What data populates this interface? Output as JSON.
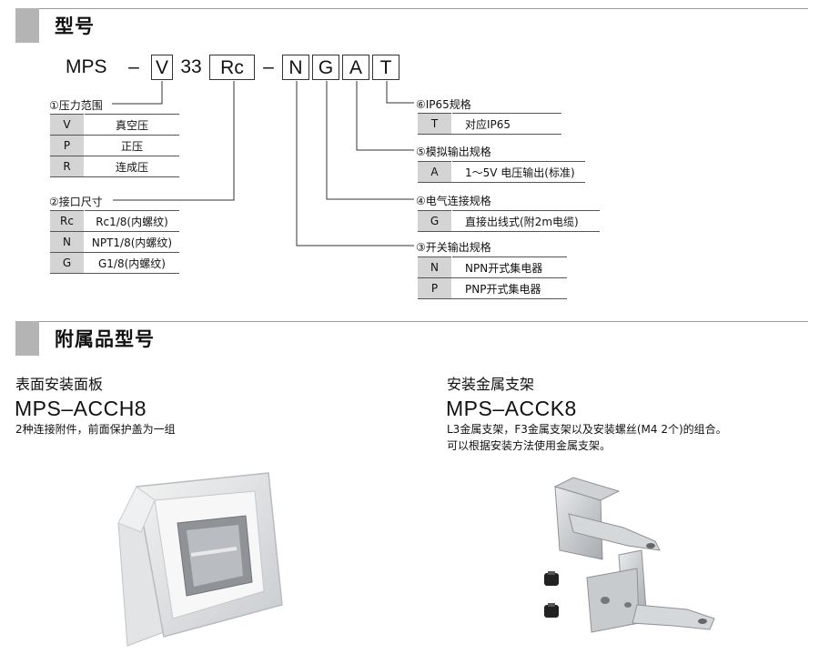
{
  "section1": {
    "title": "型号"
  },
  "model_code": {
    "parts": [
      "MPS",
      "–",
      "V",
      "33",
      "Rc",
      "–",
      "N",
      "G",
      "A",
      "T"
    ]
  },
  "groups": {
    "pressure": {
      "label": "①压力范围",
      "rows": [
        {
          "k": "V",
          "v": "真空压"
        },
        {
          "k": "P",
          "v": "正压"
        },
        {
          "k": "R",
          "v": "连成压"
        }
      ]
    },
    "port": {
      "label": "②接口尺寸",
      "rows": [
        {
          "k": "Rc",
          "v": "Rc1/8(内螺纹)"
        },
        {
          "k": "N",
          "v": "NPT1/8(内螺纹)"
        },
        {
          "k": "G",
          "v": "G1/8(内螺纹)"
        }
      ]
    },
    "ip": {
      "label": "⑥IP65规格",
      "rows": [
        {
          "k": "T",
          "v": "对应IP65"
        }
      ]
    },
    "analog": {
      "label": "⑤模拟输出规格",
      "rows": [
        {
          "k": "A",
          "v": "1～5V 电压输出(标准)"
        }
      ]
    },
    "electric": {
      "label": "④电气连接规格",
      "rows": [
        {
          "k": "G",
          "v": "直接出线式(附2m电缆)"
        }
      ]
    },
    "switch": {
      "label": "③开关输出规格",
      "rows": [
        {
          "k": "N",
          "v": "NPN开式集电器"
        },
        {
          "k": "P",
          "v": "PNP开式集电器"
        }
      ]
    }
  },
  "section2": {
    "title": "附属品型号"
  },
  "accessories": [
    {
      "title": "表面安装面板",
      "model": "MPS–ACCH8",
      "desc": [
        "2种连接附件，前面保护盖为一组"
      ]
    },
    {
      "title": "安装金属支架",
      "model": "MPS–ACCK8",
      "desc": [
        "L3金属支架，F3金属支架以及安装螺丝(M4 2个)的组合。",
        "可以根据安装方法使用金属支架。"
      ]
    }
  ]
}
